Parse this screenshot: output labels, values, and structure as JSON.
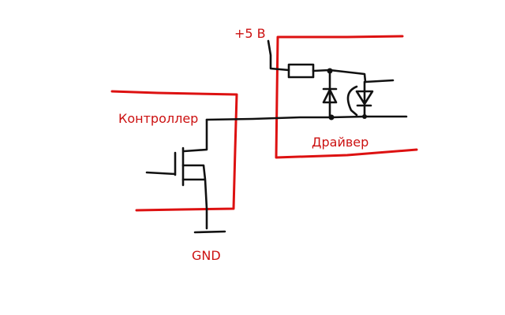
{
  "labels": {
    "supply": "+5 В",
    "controller": "Контроллер",
    "driver": "Драйвер",
    "ground": "GND"
  },
  "colors": {
    "label": "#cc1111",
    "box": "#dd1111",
    "wire": "#111111"
  }
}
